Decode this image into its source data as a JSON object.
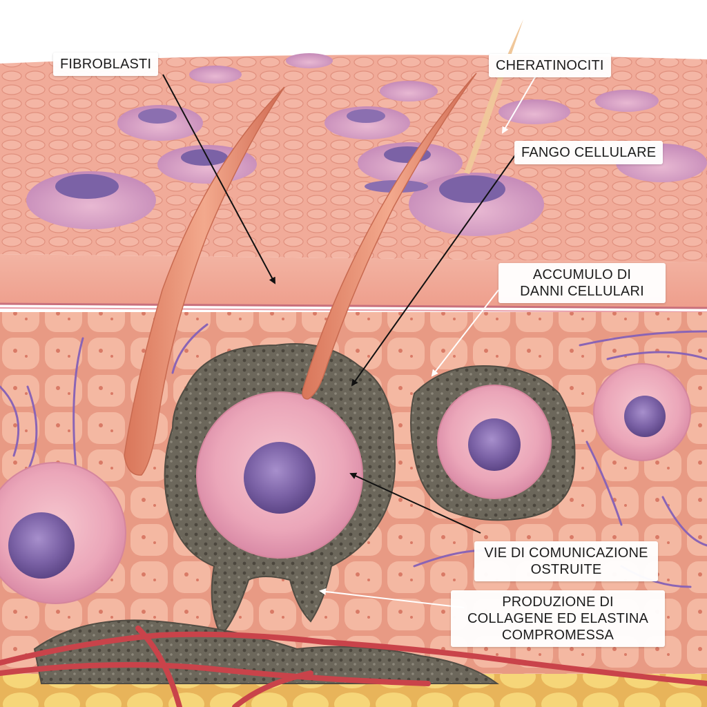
{
  "labels": {
    "fibroblasti": "FIBROBLASTI",
    "cheratinociti": "CHERATINOCITI",
    "fango_cellulare": "FANGO CELLULARE",
    "accumulo": "ACCUMULO DI\nDANNI CELLULARI",
    "vie_comunicazione": "VIE DI COMUNICAZIONE\nOSTRUITE",
    "produzione_collagene": "PRODUZIONE DI\nCOLLAGENE ED ELASTINA\nCOMPROMESSA"
  },
  "colors": {
    "epidermis": "#f1a592",
    "dermis": "#f3b39c",
    "sludge": "#6f6a5e",
    "nucleus": "#7b62a6",
    "cell_membrane": "#e7a6c0",
    "hair": "#e58c6e",
    "fat": "#f5d171",
    "vessel": "#c9434a",
    "fiber": "#8a64b5"
  }
}
